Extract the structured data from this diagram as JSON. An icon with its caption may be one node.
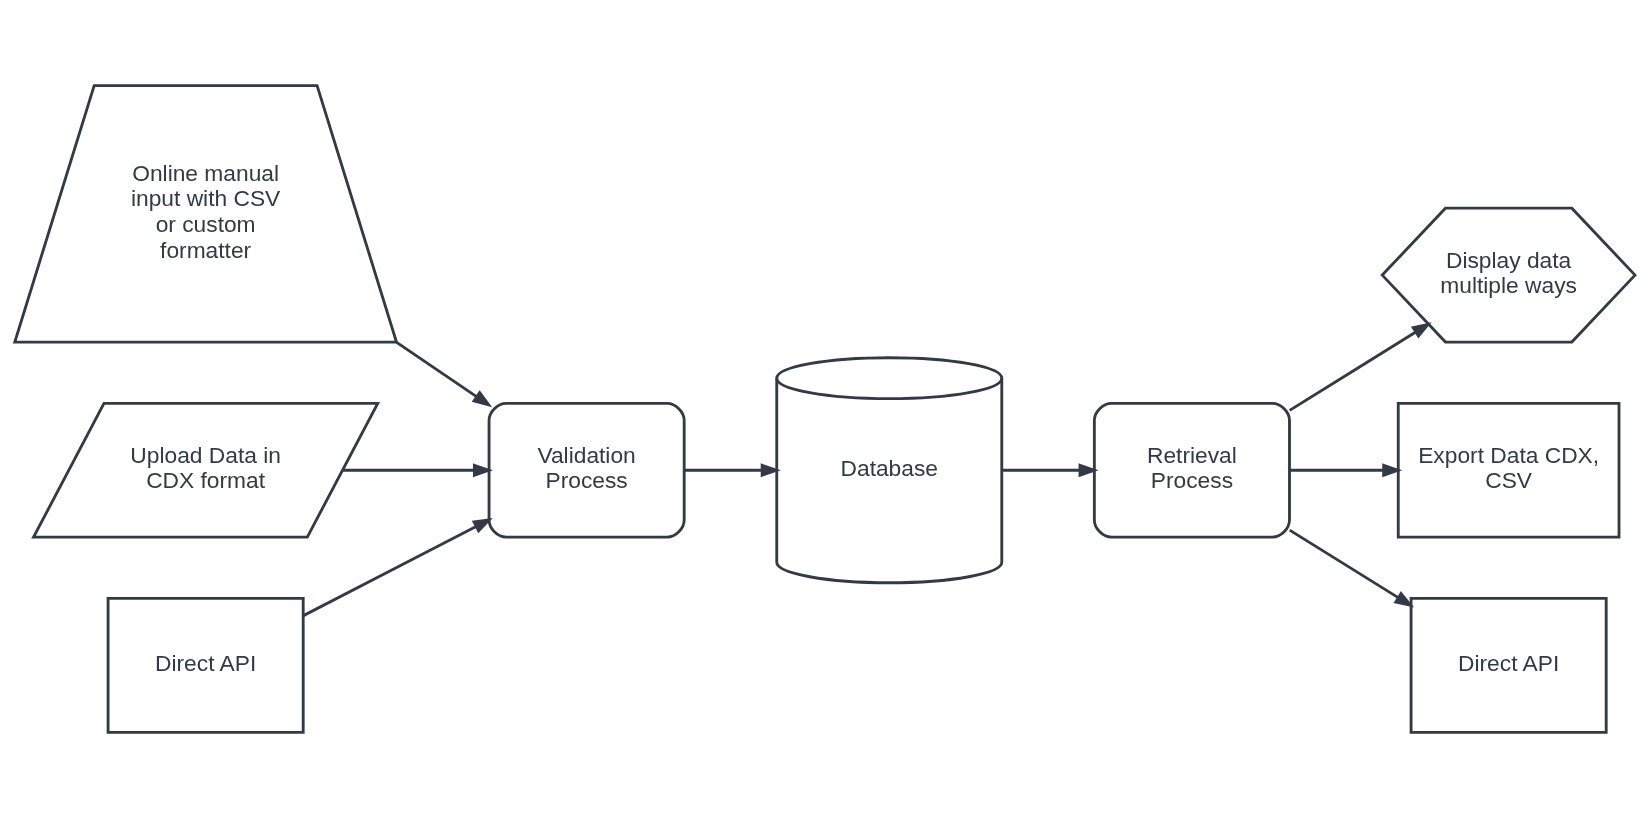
{
  "diagram": {
    "nodes": [
      {
        "text": [
          "Online manual input with CSV or custom formatter"
        ]
      },
      {
        "text": [
          "Upload Data in CDX format"
        ]
      },
      {
        "text": [
          "Direct API"
        ]
      },
      {
        "text": [
          "Validation Process"
        ]
      },
      {
        "text": [
          "Database"
        ]
      },
      {
        "text": [
          "Retrieval Process"
        ]
      },
      {
        "text": [
          "Display data multiple ways"
        ]
      },
      {
        "text": [
          "Export Data CDX, CSV"
        ]
      },
      {
        "text": [
          "Direct API"
        ]
      }
    ],
    "edges": [
      {
        "from": 0,
        "to": 3,
        "arrow": "to"
      },
      {
        "from": 1,
        "to": 3,
        "arrow": "to"
      },
      {
        "from": 2,
        "to": 3,
        "arrow": "to"
      },
      {
        "from": 3,
        "to": 4,
        "arrow": "to"
      },
      {
        "from": 4,
        "to": 5,
        "arrow": "to"
      },
      {
        "from": 5,
        "to": 6,
        "arrow": "to"
      },
      {
        "from": 5,
        "to": 7,
        "arrow": "to"
      },
      {
        "from": 5,
        "to": 8,
        "arrow": "to"
      }
    ]
  }
}
